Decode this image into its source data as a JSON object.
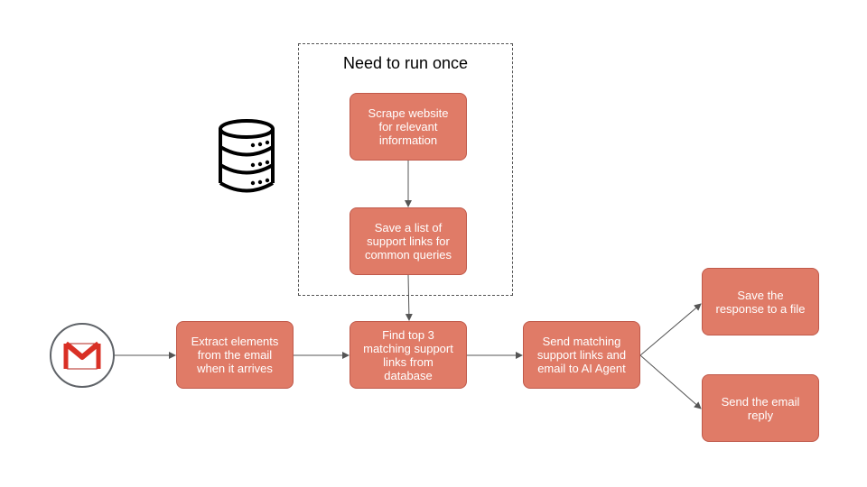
{
  "diagram": {
    "group": {
      "label": "Need to run once"
    },
    "nodes": {
      "scrape": "Scrape website\nfor relevant\ninformation",
      "save_links": "Save a list of\nsupport links for\ncommon queries",
      "extract": "Extract elements\nfrom the email\nwhen it arrives",
      "find": "Find top 3\nmatching support\nlinks from\ndatabase",
      "send_agent": "Send matching\nsupport links and\nemail to AI Agent",
      "save_file": "Save the\nresponse to a file",
      "send_reply": "Send the email\nreply"
    },
    "icons": [
      "database-icon",
      "gmail-icon"
    ],
    "colors": {
      "node_fill": "#e07b67",
      "node_border": "#c0594a",
      "arrow": "#555555",
      "gmail_red": "#d93025"
    }
  }
}
